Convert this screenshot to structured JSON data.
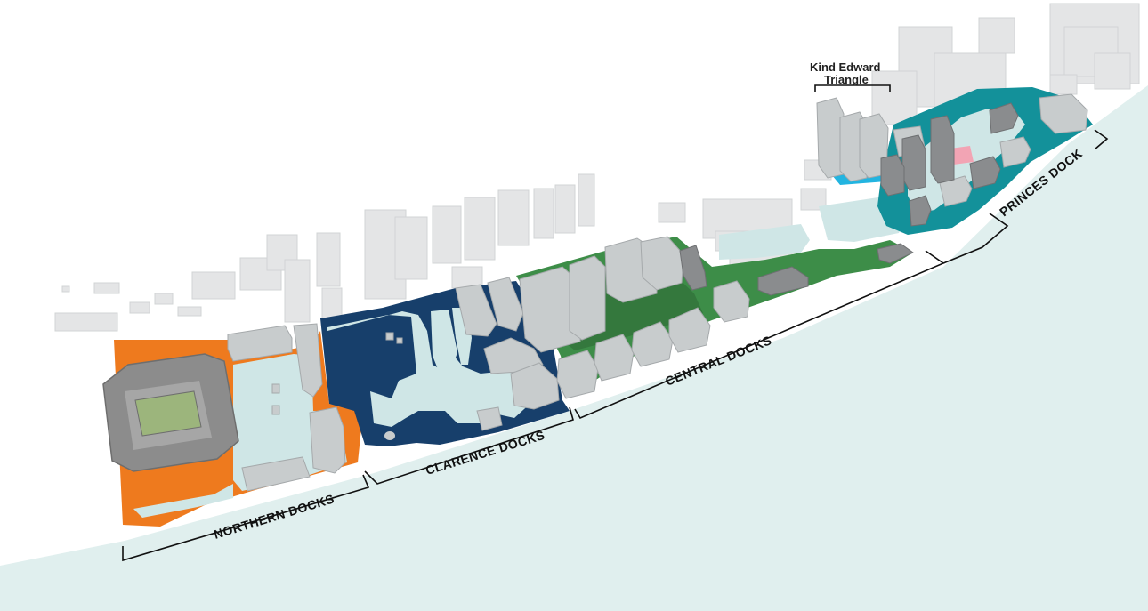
{
  "labels": {
    "northern_docks": "NORTHERN DOCKS",
    "clarence_docks": "CLARENCE DOCKS",
    "central_docks": "CENTRAL DOCKS",
    "princes_dock": "PRINCES DOCK",
    "king_edward_line1": "Kind Edward",
    "king_edward_line2": "Triangle"
  },
  "colors": {
    "river": "#e0efee",
    "dock_water": "#cfe6e6",
    "northern": "#ee7a1e",
    "clarence": "#173f6b",
    "central": "#3d8d48",
    "central_dark": "#34783d",
    "princes": "#13919a",
    "princes_accent": "#22b4e0",
    "building": "#c8cccd",
    "building_roof": "#dfe2e3",
    "building_dark": "#8a8c8e",
    "context_building": "#e4e5e6",
    "stadium": "#8c8c8c",
    "pitch": "#9cb57c",
    "highlight_pink": "#f2a4b4",
    "bracket": "#111111"
  }
}
